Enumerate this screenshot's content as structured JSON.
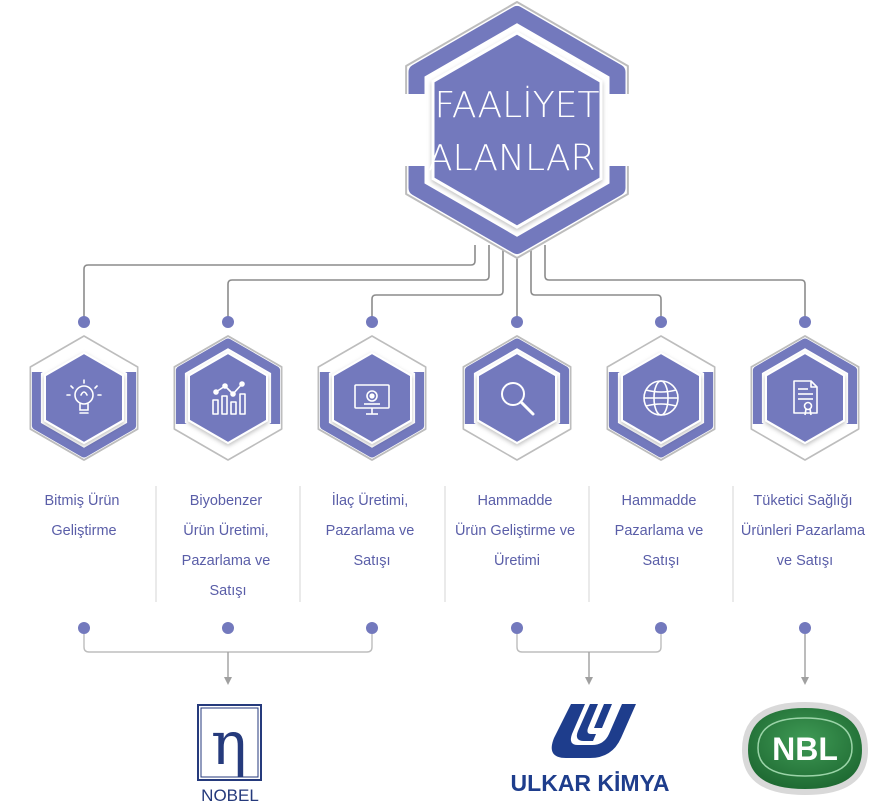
{
  "title": [
    "FAALİYET",
    "ALANLARI"
  ],
  "categories": [
    {
      "icon": "lightbulb-icon",
      "label": [
        "Bitmiş Ürün",
        "Geliştirme"
      ]
    },
    {
      "icon": "bar-chart-icon",
      "label": [
        "Biyobenzer",
        "Ürün Üretimi,",
        "Pazarlama ve",
        "Satışı"
      ]
    },
    {
      "icon": "monitor-gear-icon",
      "label": [
        "İlaç Üretimi,",
        "Pazarlama ve",
        "Satışı"
      ]
    },
    {
      "icon": "magnifier-icon",
      "label": [
        "Hammadde",
        "Ürün Geliştirme ve",
        "Üretimi"
      ]
    },
    {
      "icon": "globe-icon",
      "label": [
        "Hammadde",
        "Pazarlama ve",
        "Satışı"
      ]
    },
    {
      "icon": "certificate-icon",
      "label": [
        "Tüketici Sağlığı",
        "Ürünleri Pazarlama",
        "ve Satışı"
      ]
    }
  ],
  "companies": [
    {
      "name": "NOBEL",
      "logo_glyph": "η"
    },
    {
      "name": "ULKAR KİMYA"
    },
    {
      "name": "NBL"
    }
  ],
  "colors": {
    "primary": "#7379bd",
    "dark": "#5e64ad",
    "ring": "#bdbdbd",
    "line": "#8c8c8c",
    "label": "#5a5ea8",
    "nobel": "#253a7c",
    "ulkar": "#1e3d8c",
    "nbl": "#2a7c3e"
  }
}
